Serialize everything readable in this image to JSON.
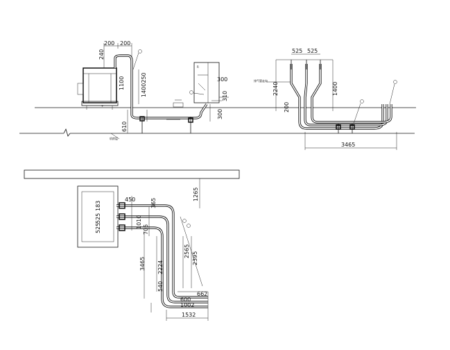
{
  "elevation_dims": {
    "top_200_left": "200",
    "top_200_right": "200",
    "d_240": "240",
    "d_1100": "1100",
    "d_1400_250": "1400250",
    "d_300": "300",
    "d_310": "310",
    "d_300b": "300",
    "d_610": "610"
  },
  "right_elevation_dims": {
    "d_525_a": "525",
    "d_525_b": "525",
    "d_2240": "2240",
    "d_1400": "1400",
    "d_200": "200",
    "d_3465": "3465"
  },
  "plan_dims": {
    "d_1265": "1265",
    "d_183": "183",
    "d_450": "450",
    "d_365": "365",
    "d_525": "525",
    "d_525b": "525",
    "d_1010": "1010",
    "d_705": "705",
    "d_3465": "3465",
    "d_2224": "2224",
    "d_2565": "2565",
    "d_2395": "2395",
    "d_540": "540",
    "d_662": "662",
    "d_1532": "1532",
    "d_small_1": "600",
    "d_small_2": "1002"
  },
  "notes": {
    "floor_label": "机房层",
    "pipe_note": "R",
    "right_note": "排气管走向"
  }
}
